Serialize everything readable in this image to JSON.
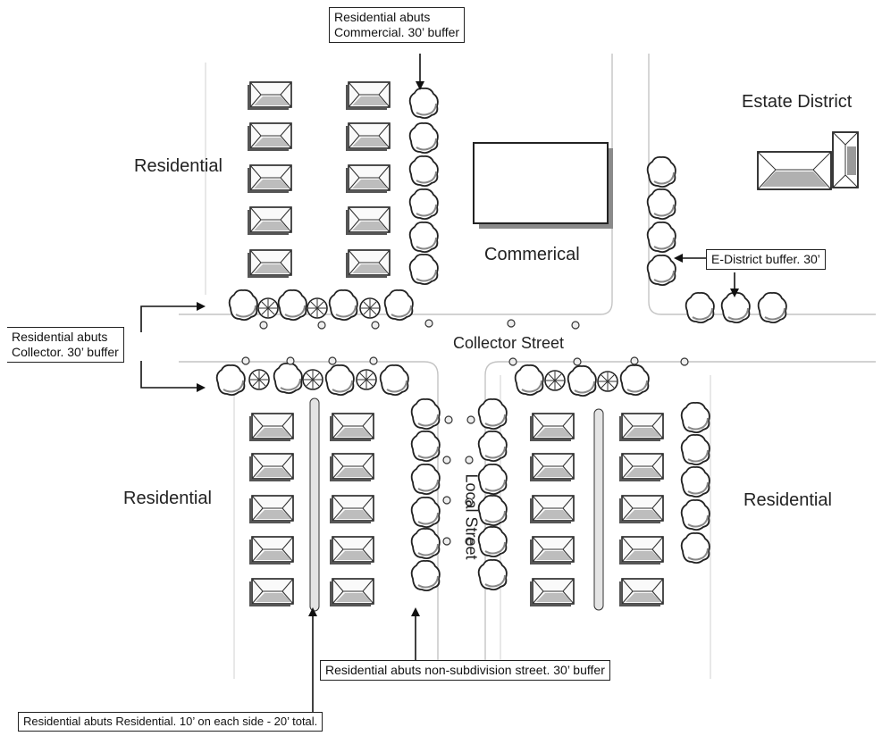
{
  "zones": {
    "residential_nw": "Residential",
    "residential_sw": "Residential",
    "residential_se": "Residential",
    "commercial": "Commerical",
    "estate": "Estate District"
  },
  "streets": {
    "collector": "Collector Street",
    "local": "Local Street"
  },
  "callouts": {
    "res_commercial": [
      "Residential abuts",
      "Commercial.  30’ buffer"
    ],
    "res_collector": [
      "Residential abuts",
      "Collector.  30’ buffer"
    ],
    "e_district": "E-District  buffer.  30’",
    "non_subdivision": "Residential abuts non-subdivision street.  30’ buffer",
    "res_res": "Residential abuts Residential.  10’ on each side - 20’ total."
  }
}
